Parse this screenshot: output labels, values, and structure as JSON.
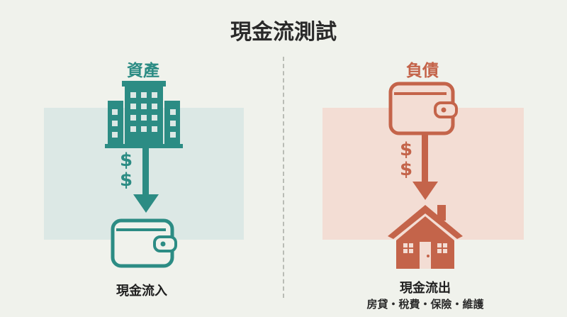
{
  "title": "現金流測試",
  "left": {
    "label": "資產",
    "symbols": "$$",
    "caption": "現金流入",
    "color": "#2c8c84",
    "panel_color": "#dce8e5"
  },
  "right": {
    "label": "負債",
    "symbols": "$$",
    "caption": "現金流出",
    "subcaption": "房貸・稅費・保險・維護",
    "color": "#c4644a",
    "panel_color": "#f3ddd4"
  }
}
